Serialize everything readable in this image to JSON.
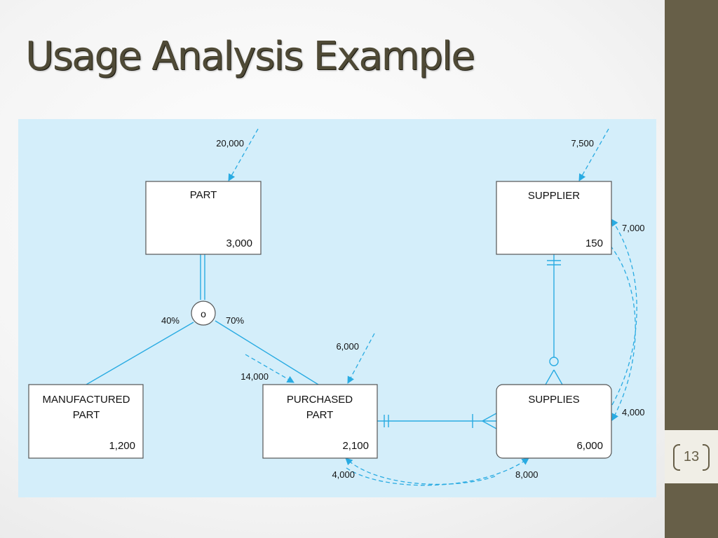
{
  "slide": {
    "title": "Usage Analysis Example",
    "number": "13"
  },
  "colors": {
    "sidebar": "#675f48",
    "diagram_bg": "#d4eefa",
    "line": "#29abe2",
    "title": "#4f4a36"
  },
  "entities": {
    "part": {
      "name": "PART",
      "count": "3,000"
    },
    "supplier": {
      "name": "SUPPLIER",
      "count": "150"
    },
    "manufactured_part": {
      "name_line1": "MANUFACTURED",
      "name_line2": "PART",
      "count": "1,200"
    },
    "purchased_part": {
      "name_line1": "PURCHASED",
      "name_line2": "PART",
      "count": "2,100"
    },
    "supplies": {
      "name": "SUPPLIES",
      "count": "6,000"
    }
  },
  "subtype": {
    "disjoint_symbol": "o",
    "manufactured_pct": "40%",
    "purchased_pct": "70%"
  },
  "access_paths": {
    "part_entry": "20,000",
    "supplier_entry": "7,500",
    "purchased_part_entry": "6,000",
    "part_to_purchased": "14,000",
    "supplies_to_supplier": "7,000",
    "supplier_to_supplies": "4,000",
    "supplies_to_purchased": "4,000",
    "purchased_to_supplies": "8,000"
  }
}
